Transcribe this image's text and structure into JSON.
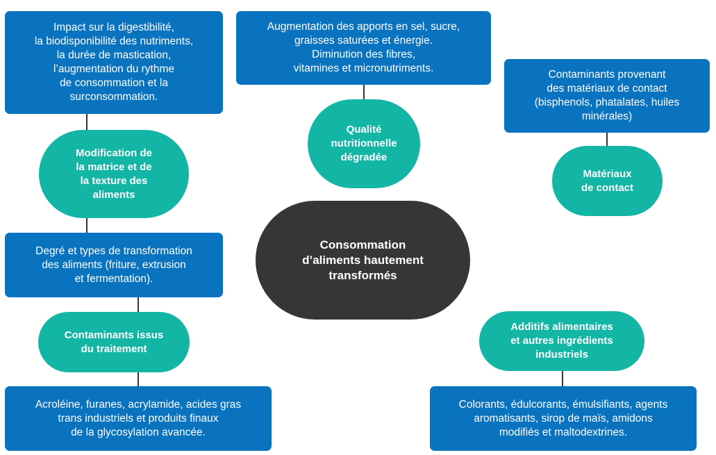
{
  "center": {
    "label": "Consommation\nd’aliments hautement\ntransformés"
  },
  "nodes": [
    {
      "id": "matrice",
      "label": "Modification de\nla matrice et de\nla texture des\naliments",
      "detail_top": "Impact sur la digestibilité,\nla biodisponibilité des nutriments,\nla durée de mastication,\nl’augmentation du rythme\nde consommation et la\nsurconsommation.",
      "detail_bottom": "Degré et types de transformation\ndes aliments (friture, extrusion\net fermentation)."
    },
    {
      "id": "qualite",
      "label": "Qualité\nnutritionnelle\ndégradée",
      "detail": "Augmentation des apports en sel, sucre,\ngraisses saturées et énergie.\nDiminution des fibres,\nvitamines et micronutriments."
    },
    {
      "id": "materiaux",
      "label": "Matériaux\nde contact",
      "detail": "Contaminants provenant\ndes matériaux de contact\n(bisphenols, phatalates, huiles\nminérales)"
    },
    {
      "id": "contaminants",
      "label": "Contaminants issus\ndu traitement",
      "detail": "Acroléine, furanes, acrylamide, acides gras\ntrans industriels et produits finaux\nde la glycosylation avancée."
    },
    {
      "id": "additifs",
      "label": "Additifs alimentaires\net autres ingrédients\nindustriels",
      "detail": "Colorants, édulcorants, émulsifiants, agents\naromatisants, sirop de maïs, amidons\nmodifiés et maltodextrines."
    }
  ],
  "colors": {
    "box_blue": "#0a73bf",
    "pill_teal": "#13b5a5",
    "center_dark": "#363636",
    "connector": "#333333",
    "text": "#ffffff"
  }
}
